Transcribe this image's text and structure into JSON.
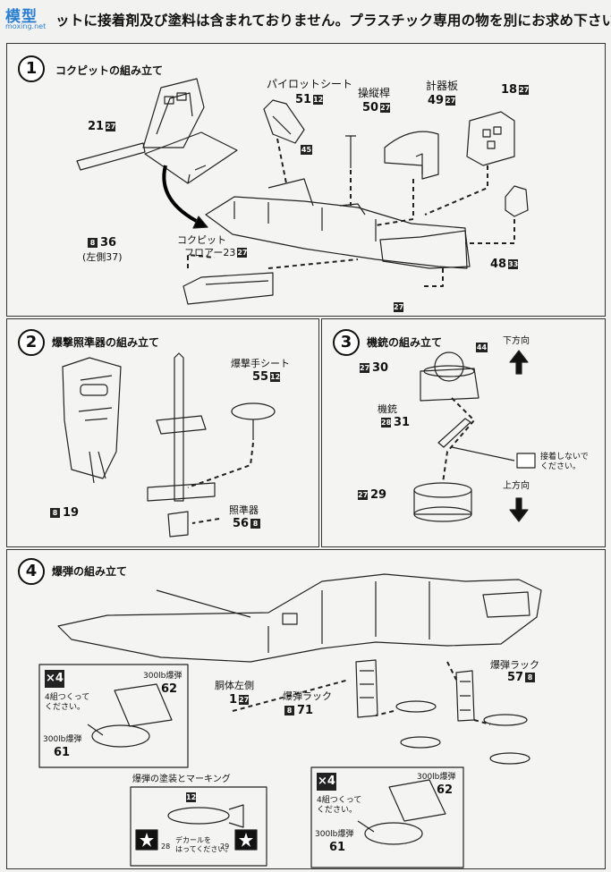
{
  "header": {
    "logo_text": "模型",
    "logo_sub": "moxing.net",
    "banner": "ットに接着剤及び塗料は含まれておりません。プラスチック専用の物を別にお求め下さい。"
  },
  "step1": {
    "number": "1",
    "title": "コクピットの組み立て",
    "pilot_seat": "パイロットシート",
    "pilot_seat_num": "51",
    "pilot_seat_tag": "12",
    "seat_small_tag": "45",
    "stick": "操縦桿",
    "stick_num": "50",
    "stick_tag": "27",
    "instrument": "計器板",
    "instrument_num": "49",
    "instrument_tag": "27",
    "part18": "18",
    "part18_tag": "27",
    "part21": "21",
    "part21_tag": "27",
    "part36": "36",
    "part36_tag": "8",
    "left37": "(左側37)",
    "floor_a": "コクピット",
    "floor_b": "フロアー23",
    "floor_tag": "27",
    "part48": "48",
    "part48_tag": "33",
    "bottom_tag": "27"
  },
  "step2": {
    "number": "2",
    "title": "爆撃照準器の組み立て",
    "seat": "爆撃手シート",
    "seat_num": "55",
    "seat_tag": "12",
    "sight": "照準器",
    "sight_num": "56",
    "sight_tag": "8",
    "part19": "19",
    "part19_tag": "8"
  },
  "step3": {
    "number": "3",
    "title": "機銃の組み立て",
    "part30": "30",
    "part30_tag": "27",
    "tag44": "44",
    "gun": "機銃",
    "part31": "31",
    "part31_tag": "28",
    "part29": "29",
    "part29_tag": "27",
    "down": "下方向",
    "up": "上方向",
    "no_glue_a": "接着しないで",
    "no_glue_b": "ください。"
  },
  "step4": {
    "number": "4",
    "title": "爆弾の組み立て",
    "fuselage": "胴体左側",
    "fuselage_num": "1",
    "fuselage_tag": "27",
    "rack_left": "爆弾ラック",
    "rack_left_num": "71",
    "rack_left_tag": "8",
    "rack_right": "爆弾ラック",
    "rack_right_num": "57",
    "rack_right_tag": "8",
    "box1": {
      "x4": "×4",
      "make_a": "4組つくって",
      "make_b": "ください。",
      "bomb_a": "300lb爆弾",
      "num_a": "62",
      "bomb_b": "300lb爆弾",
      "num_b": "61"
    },
    "box2": {
      "x4": "×4",
      "make_a": "4組つくって",
      "make_b": "ください。",
      "bomb_a": "300lb爆弾",
      "num_a": "62",
      "bomb_b": "300lb爆弾",
      "num_b": "61"
    },
    "paint_title": "爆弾の塗装とマーキング",
    "paint_num": "12",
    "decal_a": "デカールを",
    "decal_b": "はってください。",
    "decal_28": "28",
    "decal_29": "29"
  }
}
